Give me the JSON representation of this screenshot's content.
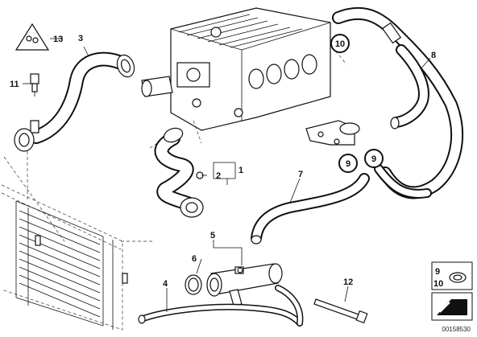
{
  "callouts": {
    "c1": "1",
    "c2": "2",
    "c3": "3",
    "c4": "4",
    "c5": "5",
    "c6": "6",
    "c7": "7",
    "c8": "8",
    "c9a": "9",
    "c9b": "9",
    "c10": "10",
    "c11": "11",
    "c12": "12",
    "c13": "13"
  },
  "legend": {
    "top": "9",
    "bottom": "10"
  },
  "footer": {
    "image_number": "00158530"
  }
}
